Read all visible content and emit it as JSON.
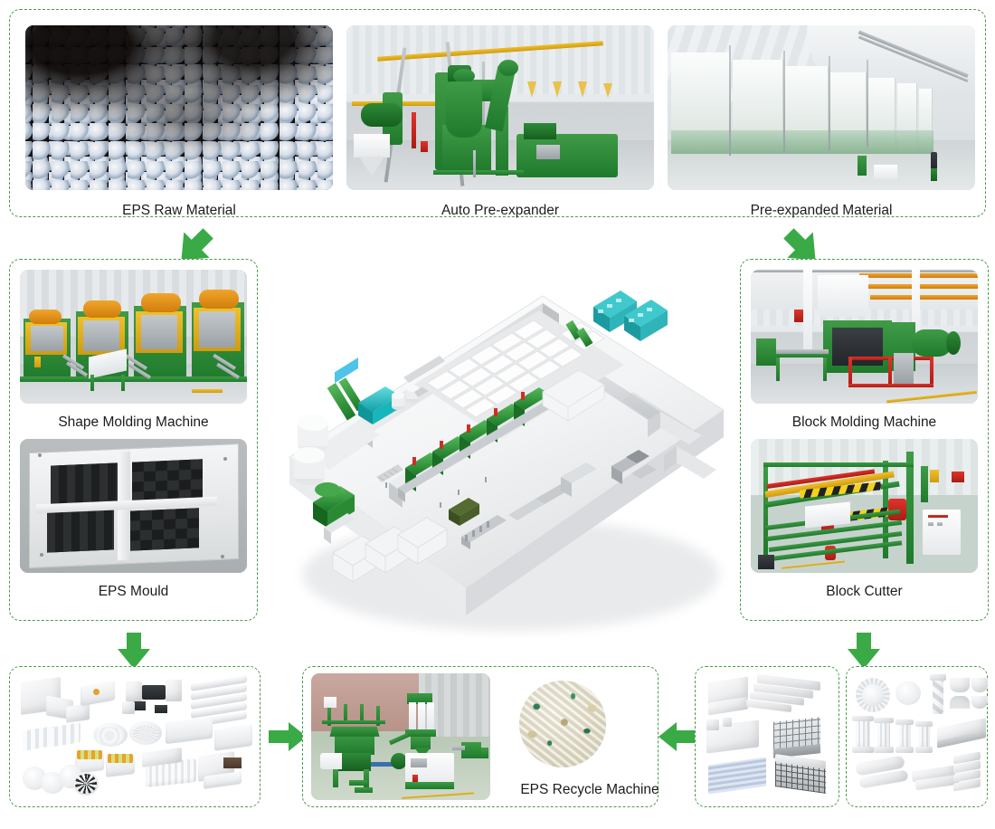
{
  "diagram": {
    "title": "EPS Production Line Process Flow",
    "accent_color": "#4a9c4a",
    "arrow_color": "#3aaa47",
    "border_style": "dashed",
    "background": "#ffffff"
  },
  "top_group": {
    "tiles": [
      {
        "id": "eps-raw-material",
        "label": "EPS Raw Material",
        "image": "close-up of white EPS polystyrene beads on dark background"
      },
      {
        "id": "auto-pre-expander",
        "label": "Auto Pre-expander",
        "image": "green industrial pre-expander machine in factory hall"
      },
      {
        "id": "pre-expanded-material",
        "label": "Pre-expanded Material",
        "image": "row of white fabric storage silos in warehouse"
      }
    ]
  },
  "left_group": {
    "tiles": [
      {
        "id": "shape-molding-machine",
        "label": "Shape Molding Machine",
        "image": "row of green and yellow shape molding machines"
      },
      {
        "id": "eps-mould",
        "label": "EPS Mould",
        "image": "aluminium EPS mould with black cavity inserts"
      }
    ]
  },
  "right_group": {
    "tiles": [
      {
        "id": "block-molding-machine",
        "label": "Block Molding Machine",
        "image": "green block molding machine with red safety railing"
      },
      {
        "id": "block-cutter",
        "label": "Block Cutter",
        "image": "green and yellow EPS block cutting machine"
      }
    ]
  },
  "center": {
    "id": "factory-layout-3d",
    "label": "3D EPS factory plant layout rendering"
  },
  "bottom_left_group": {
    "id": "shape-molding-products",
    "label": "EPS packaging products collage",
    "items": [
      "EPS panels",
      "fruit tray",
      "appliance packaging",
      "stacked seed trays",
      "corner protectors",
      "round plate",
      "perforated disc",
      "insert tray",
      "vegetable box",
      "cooler box",
      "foam sheet",
      "helmet liner",
      "foam balls",
      "stepped blocks"
    ]
  },
  "bottom_center_group": {
    "id": "eps-recycle",
    "label": "EPS Recycle Machine",
    "tiles": [
      {
        "id": "eps-recycle-machine-photo",
        "image": "green EPS recycling crusher and pelletizing line"
      },
      {
        "id": "recycled-pellets",
        "image": "circular close-up of recycled plastic flakes"
      }
    ]
  },
  "bottom_right_group": {
    "boxes": [
      {
        "id": "block-products-construction",
        "label": "EPS block construction products",
        "items": [
          "EPS block",
          "tapered sheets",
          "ICF form",
          "mesh panel",
          "EPS 3D panel",
          "sandwich panel"
        ]
      },
      {
        "id": "block-products-decoration",
        "label": "EPS decorative mouldings",
        "items": [
          "rosette",
          "dome cap",
          "baluster",
          "cornice",
          "column",
          "pillar",
          "moulding strips",
          "trim stack"
        ]
      }
    ]
  },
  "arrows": [
    {
      "id": "arrow-top-to-left",
      "direction": "down-left"
    },
    {
      "id": "arrow-top-to-right",
      "direction": "down-right"
    },
    {
      "id": "arrow-left-to-products",
      "direction": "down"
    },
    {
      "id": "arrow-right-to-blockproducts",
      "direction": "down"
    },
    {
      "id": "arrow-products-to-recycle",
      "direction": "right"
    },
    {
      "id": "arrow-blockproducts-to-recycle",
      "direction": "left"
    }
  ]
}
